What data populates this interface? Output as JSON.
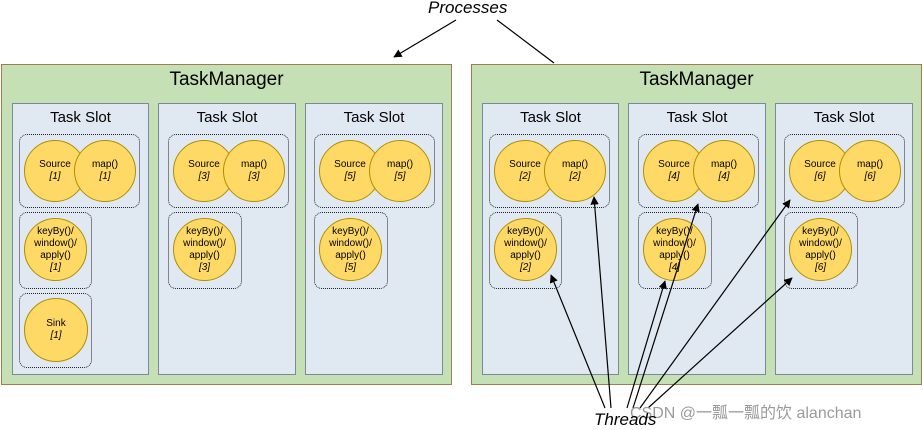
{
  "labels": {
    "processes": "Processes",
    "threads": "Threads",
    "watermark": "CSDN @一瓢一瓢的饮 alanchan"
  },
  "task_managers": [
    {
      "title": "TaskManager",
      "slots": [
        {
          "title": "Task Slot",
          "source": {
            "name": "Source",
            "index": "[1]"
          },
          "map": {
            "name": "map()",
            "index": "[1]"
          },
          "window": {
            "lines": [
              "keyBy()/",
              "window()/",
              "apply()"
            ],
            "index": "[1]"
          },
          "sink": {
            "name": "Sink",
            "index": "[1]"
          }
        },
        {
          "title": "Task Slot",
          "source": {
            "name": "Source",
            "index": "[3]"
          },
          "map": {
            "name": "map()",
            "index": "[3]"
          },
          "window": {
            "lines": [
              "keyBy()/",
              "window()/",
              "apply()"
            ],
            "index": "[3]"
          }
        },
        {
          "title": "Task Slot",
          "source": {
            "name": "Source",
            "index": "[5]"
          },
          "map": {
            "name": "map()",
            "index": "[5]"
          },
          "window": {
            "lines": [
              "keyBy()/",
              "window()/",
              "apply()"
            ],
            "index": "[5]"
          }
        }
      ]
    },
    {
      "title": "TaskManager",
      "slots": [
        {
          "title": "Task Slot",
          "source": {
            "name": "Source",
            "index": "[2]"
          },
          "map": {
            "name": "map()",
            "index": "[2]"
          },
          "window": {
            "lines": [
              "keyBy()/",
              "window()/",
              "apply()"
            ],
            "index": "[2]"
          }
        },
        {
          "title": "Task Slot",
          "source": {
            "name": "Source",
            "index": "[4]"
          },
          "map": {
            "name": "map()",
            "index": "[4]"
          },
          "window": {
            "lines": [
              "keyBy()/",
              "window()/",
              "apply()"
            ],
            "index": "[4]"
          }
        },
        {
          "title": "Task Slot",
          "source": {
            "name": "Source",
            "index": "[6]"
          },
          "map": {
            "name": "map()",
            "index": "[6]"
          },
          "window": {
            "lines": [
              "keyBy()/",
              "window()/",
              "apply()"
            ],
            "index": "[6]"
          }
        }
      ]
    }
  ],
  "colors": {
    "task_manager_fill": "#c5e0b4",
    "task_manager_border": "#a07c52",
    "slot_fill": "#e0e8f2",
    "operator_fill": "#ffd966",
    "arrow": "#000000"
  }
}
